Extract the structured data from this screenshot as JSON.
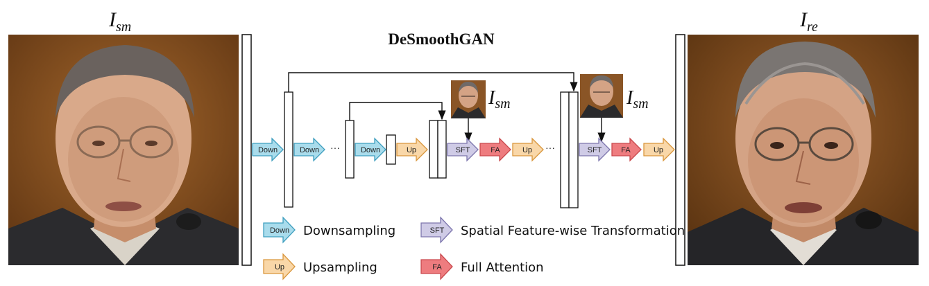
{
  "title": "DeSmoothGAN",
  "input_label": {
    "base": "I",
    "sub": "sm"
  },
  "output_label": {
    "base": "I",
    "sub": "re"
  },
  "condition_label": {
    "base": "I",
    "sub": "sm"
  },
  "blocks": {
    "down": "Down",
    "up": "Up",
    "sft": "SFT",
    "fa": "FA"
  },
  "ellipsis": "···",
  "legend": [
    {
      "key": "down",
      "abbr": "Down",
      "text": "Downsampling"
    },
    {
      "key": "sft",
      "abbr": "SFT",
      "text": "Spatial Feature-wise Transformation"
    },
    {
      "key": "up",
      "abbr": "Up",
      "text": "Upsampling"
    },
    {
      "key": "fa",
      "abbr": "FA",
      "text": "Full Attention"
    }
  ],
  "colors": {
    "down_fill": "#a9dcec",
    "down_stroke": "#3f9fbf",
    "up_fill": "#f9d7a8",
    "up_stroke": "#d9963c",
    "sft_fill": "#cfcbe6",
    "sft_stroke": "#7d76ad",
    "fa_fill": "#ee7c7f",
    "fa_stroke": "#c9494d"
  }
}
